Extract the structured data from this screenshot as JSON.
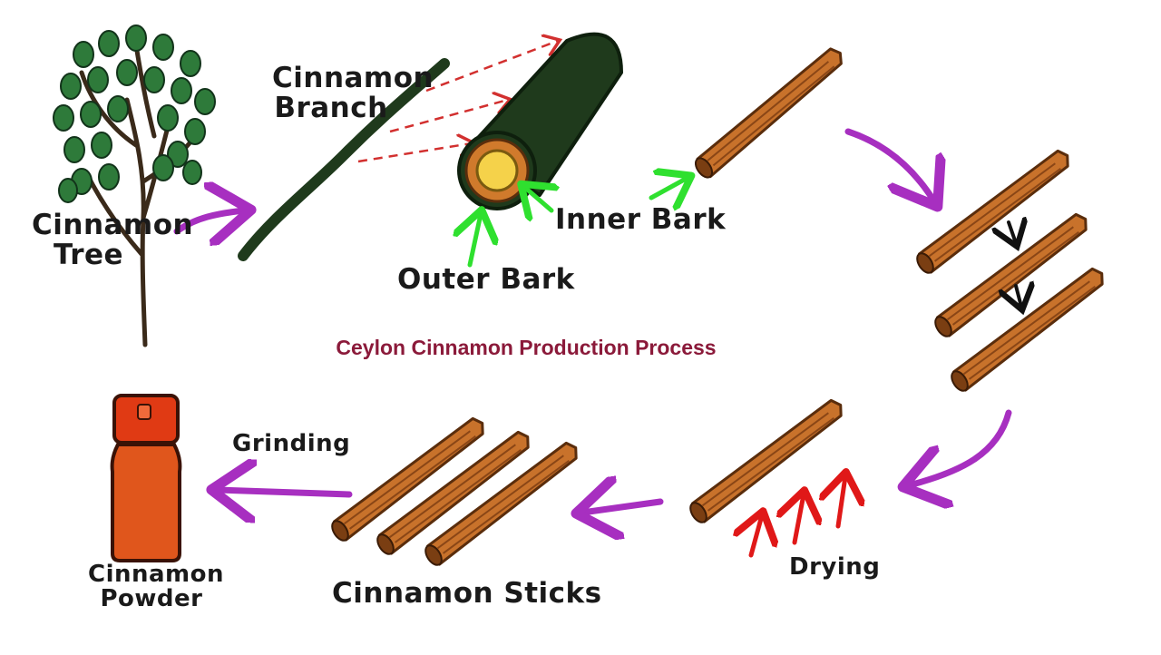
{
  "title": "Ceylon Cinnamon Production Process",
  "labels": {
    "tree_line1": "Cinnamon",
    "tree_line2": "Tree",
    "branch_line1": "Cinnamon",
    "branch_line2": "Branch",
    "inner_bark": "Inner Bark",
    "outer_bark": "Outer Bark",
    "drying": "Drying",
    "sticks": "Cinnamon Sticks",
    "grinding": "Grinding",
    "powder_line1": "Cinnamon",
    "powder_line2": "Powder"
  },
  "colors": {
    "flow_arrow": "#a72fc0",
    "pointer_arrow": "#2fe02f",
    "heat_arrow": "#e01818",
    "bark": "#c8722b",
    "bark_dark": "#7a3e12",
    "outer_bark": "#1f3a1c",
    "inner_bark": "#d07a2c",
    "core": "#f5d24a",
    "leaf": "#2e7a3a",
    "jar": "#e0561c",
    "title": "#8b1a3a"
  },
  "icons": [
    "cinnamon-tree-icon",
    "cinnamon-branch-icon",
    "bark-log-icon",
    "cinnamon-quill-icon",
    "spice-jar-icon"
  ]
}
